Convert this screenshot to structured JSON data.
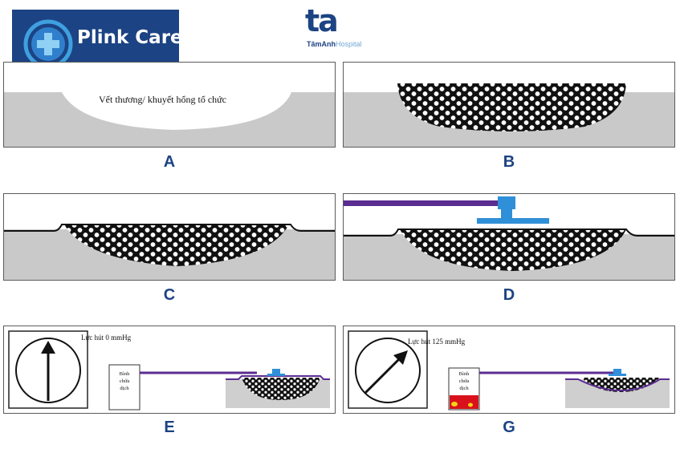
{
  "brand": {
    "name": "Plink Care"
  },
  "hospital": {
    "mark": "ta",
    "name_bold": "TâmAnh",
    "name_light": "Hospital"
  },
  "panels": {
    "a": {
      "letter": "A",
      "wound_label": "Vết thương/ khuyết hổng tổ chức"
    },
    "b": {
      "letter": "B"
    },
    "c": {
      "letter": "C"
    },
    "d": {
      "letter": "D"
    },
    "e": {
      "letter": "E",
      "suction_label": "Lực hút 0 mmHg",
      "canister_label": [
        "Bình",
        "chứa",
        "dịch"
      ]
    },
    "g": {
      "letter": "G",
      "suction_label": "Lực hút 125 mmHg",
      "canister_label": [
        "Bình",
        "chứa",
        "dịch"
      ]
    }
  },
  "colors": {
    "brand_navy": "#1c4383",
    "tissue_gray": "#c9c9c9",
    "tube_purple": "#5b2d91",
    "connector_blue": "#2f8fd8",
    "fluid_red": "#d9111a",
    "fluid_yellow": "#f4d21a"
  },
  "icons": [
    "medical-cross-logo-icon",
    "pressure-gauge-icon"
  ]
}
